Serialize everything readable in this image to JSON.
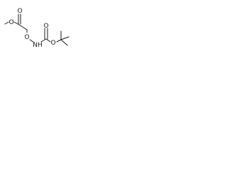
{
  "structure": {
    "atoms": {
      "methoxy_oxygen": "O",
      "ester_carbonyl_oxygen": "O",
      "ether_oxygen": "O",
      "nitrogen_hydrogen": "NH",
      "carbamate_carbonyl_oxygen": "O",
      "carbamate_ester_oxygen": "O"
    }
  }
}
